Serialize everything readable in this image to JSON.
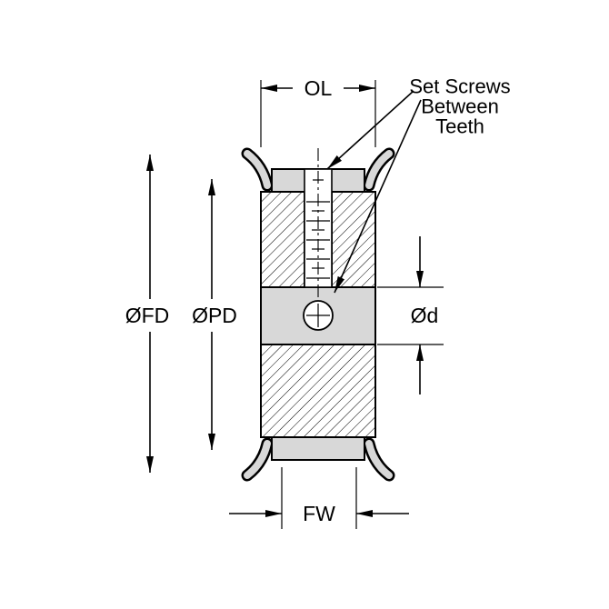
{
  "diagram": {
    "labels": {
      "overall_length": "OL",
      "flange_diameter": "ØFD",
      "pitch_diameter": "ØPD",
      "bore_diameter": "Ød",
      "face_width": "FW"
    },
    "annotation": {
      "line1": "Set Screws",
      "line2": "Between",
      "line3": "Teeth"
    },
    "colors": {
      "line": "#000000",
      "fill_light": "#d8d8d8",
      "background": "#ffffff"
    }
  }
}
